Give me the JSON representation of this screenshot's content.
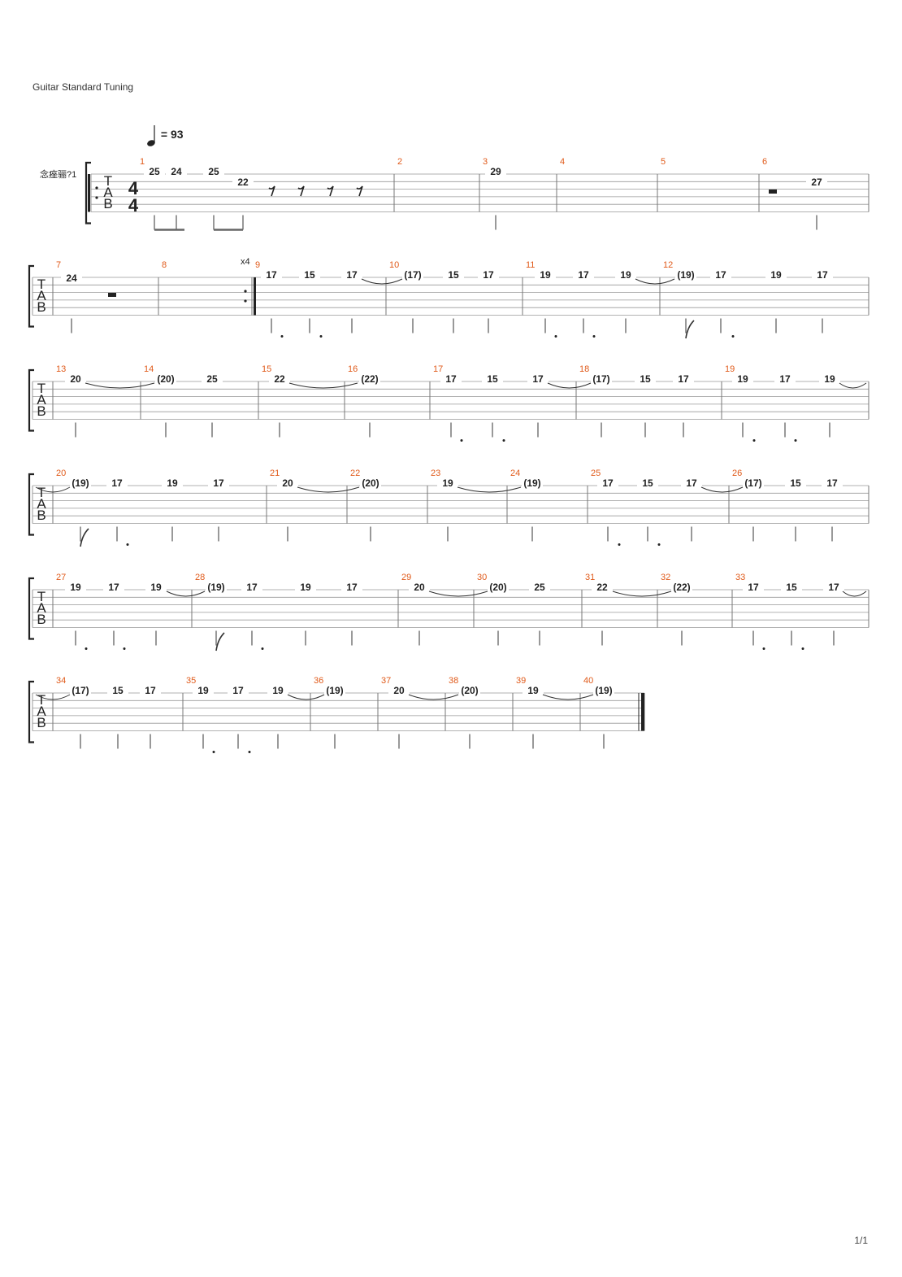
{
  "header": {
    "tuning": "Guitar Standard Tuning",
    "tempo_value": "= 93",
    "track_name": "念痤骊?1"
  },
  "tab_letters": [
    "T",
    "A",
    "B"
  ],
  "time_signature": {
    "num": "4",
    "den": "4"
  },
  "repeat_count": "x4",
  "footer": {
    "page": "1/1"
  },
  "systems": [
    {
      "measures": [
        {
          "num": "1",
          "notes": [
            {
              "fret": "25",
              "string": 1
            },
            {
              "fret": "24",
              "string": 1
            },
            {
              "fret": "25",
              "string": 1
            },
            {
              "fret": "22",
              "string": 2
            }
          ]
        },
        {
          "num": "2",
          "notes": []
        },
        {
          "num": "3",
          "notes": [
            {
              "fret": "29",
              "string": 1
            }
          ]
        },
        {
          "num": "4",
          "notes": []
        },
        {
          "num": "5",
          "notes": []
        },
        {
          "num": "6",
          "notes": [
            {
              "fret": "27",
              "string": 2
            }
          ]
        }
      ]
    },
    {
      "measures": [
        {
          "num": "7",
          "notes": [
            {
              "fret": "24",
              "string": 2
            }
          ]
        },
        {
          "num": "8",
          "notes": []
        },
        {
          "num": "9",
          "notes": [
            {
              "fret": "17"
            },
            {
              "fret": "15"
            },
            {
              "fret": "17"
            }
          ]
        },
        {
          "num": "10",
          "notes": [
            {
              "fret": "(17)"
            },
            {
              "fret": "15"
            },
            {
              "fret": "17"
            }
          ]
        },
        {
          "num": "11",
          "notes": [
            {
              "fret": "19"
            },
            {
              "fret": "17"
            },
            {
              "fret": "19"
            }
          ]
        },
        {
          "num": "12",
          "notes": [
            {
              "fret": "(19)"
            },
            {
              "fret": "17"
            },
            {
              "fret": "19"
            },
            {
              "fret": "17"
            }
          ]
        }
      ]
    },
    {
      "measures": [
        {
          "num": "13",
          "notes": [
            {
              "fret": "20"
            }
          ]
        },
        {
          "num": "14",
          "notes": [
            {
              "fret": "(20)"
            },
            {
              "fret": "25"
            }
          ]
        },
        {
          "num": "15",
          "notes": [
            {
              "fret": "22"
            }
          ]
        },
        {
          "num": "16",
          "notes": [
            {
              "fret": "(22)"
            }
          ]
        },
        {
          "num": "17",
          "notes": [
            {
              "fret": "17"
            },
            {
              "fret": "15"
            },
            {
              "fret": "17"
            }
          ]
        },
        {
          "num": "18",
          "notes": [
            {
              "fret": "(17)"
            },
            {
              "fret": "15"
            },
            {
              "fret": "17"
            }
          ]
        },
        {
          "num": "19",
          "notes": [
            {
              "fret": "19"
            },
            {
              "fret": "17"
            },
            {
              "fret": "19"
            }
          ]
        }
      ]
    },
    {
      "measures": [
        {
          "num": "20",
          "notes": [
            {
              "fret": "(19)"
            },
            {
              "fret": "17"
            },
            {
              "fret": "19"
            },
            {
              "fret": "17"
            }
          ]
        },
        {
          "num": "21",
          "notes": [
            {
              "fret": "20"
            }
          ]
        },
        {
          "num": "22",
          "notes": [
            {
              "fret": "(20)"
            }
          ]
        },
        {
          "num": "23",
          "notes": [
            {
              "fret": "19"
            }
          ]
        },
        {
          "num": "24",
          "notes": [
            {
              "fret": "(19)"
            }
          ]
        },
        {
          "num": "25",
          "notes": [
            {
              "fret": "17"
            },
            {
              "fret": "15"
            },
            {
              "fret": "17"
            }
          ]
        },
        {
          "num": "26",
          "notes": [
            {
              "fret": "(17)"
            },
            {
              "fret": "15"
            },
            {
              "fret": "17"
            }
          ]
        }
      ]
    },
    {
      "measures": [
        {
          "num": "27",
          "notes": [
            {
              "fret": "19"
            },
            {
              "fret": "17"
            },
            {
              "fret": "19"
            }
          ]
        },
        {
          "num": "28",
          "notes": [
            {
              "fret": "(19)"
            },
            {
              "fret": "17"
            },
            {
              "fret": "19"
            },
            {
              "fret": "17"
            }
          ]
        },
        {
          "num": "29",
          "notes": [
            {
              "fret": "20"
            }
          ]
        },
        {
          "num": "30",
          "notes": [
            {
              "fret": "(20)"
            },
            {
              "fret": "25"
            }
          ]
        },
        {
          "num": "31",
          "notes": [
            {
              "fret": "22"
            }
          ]
        },
        {
          "num": "32",
          "notes": [
            {
              "fret": "(22)"
            }
          ]
        },
        {
          "num": "33",
          "notes": [
            {
              "fret": "17"
            },
            {
              "fret": "15"
            },
            {
              "fret": "17"
            }
          ]
        }
      ]
    },
    {
      "measures": [
        {
          "num": "34",
          "notes": [
            {
              "fret": "(17)"
            },
            {
              "fret": "15"
            },
            {
              "fret": "17"
            }
          ]
        },
        {
          "num": "35",
          "notes": [
            {
              "fret": "19"
            },
            {
              "fret": "17"
            },
            {
              "fret": "19"
            }
          ]
        },
        {
          "num": "36",
          "notes": [
            {
              "fret": "(19)"
            }
          ]
        },
        {
          "num": "37",
          "notes": [
            {
              "fret": "20"
            }
          ]
        },
        {
          "num": "38",
          "notes": [
            {
              "fret": "(20)"
            }
          ]
        },
        {
          "num": "39",
          "notes": [
            {
              "fret": "19"
            }
          ]
        },
        {
          "num": "40",
          "notes": [
            {
              "fret": "(19)"
            }
          ]
        }
      ]
    }
  ]
}
